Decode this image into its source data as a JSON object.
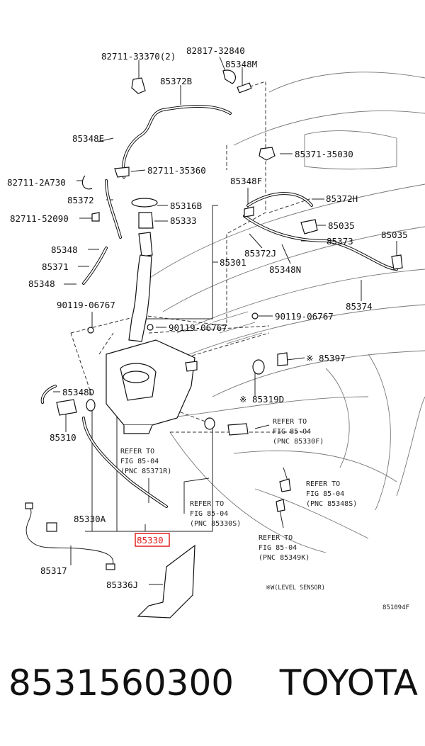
{
  "labels": {
    "l1": "82711-33370(2)",
    "l2": "82817-32840",
    "l3": "85348M",
    "l4": "85372B",
    "l5": "85348E",
    "l6": "82711-2A730",
    "l7": "82711-35360",
    "l8": "85372",
    "l9": "82711-52090",
    "l10": "85316B",
    "l11": "85333",
    "l12": "85348",
    "l13": "85371",
    "l14": "85348",
    "l15": "85301",
    "l16": "90119-06767",
    "l17": "90119-06767",
    "l18": "90119-06767",
    "l19": "85371-35030",
    "l20": "85348F",
    "l21": "85372H",
    "l22": "85035",
    "l23": "85035",
    "l24": "85372J",
    "l25": "85373",
    "l26": "85348N",
    "l27": "85374",
    "l28": "※ 85397",
    "l29": "※ 85319D",
    "l30": "85348D",
    "l31": "85310",
    "l32": "85330A",
    "l33": "85330",
    "l34": "85317",
    "l35": "85336J"
  },
  "refs": {
    "r1": [
      "REFER TO",
      "FIG 85-04",
      "(PNC 85330F)"
    ],
    "r2": [
      "REFER TO",
      "FIG 85-04",
      "(PNC 85371R)"
    ],
    "r3": [
      "REFER TO",
      "FIG 85-04",
      "(PNC 85330S)"
    ],
    "r4": [
      "REFER TO",
      "FIG 85-04",
      "(PNC 85348S)"
    ],
    "r5": [
      "REFER TO",
      "FIG 85-04",
      "(PNC 85349K)"
    ]
  },
  "note": "※W(LEVEL SENSOR)",
  "figure_code": "851094F",
  "footer": {
    "part_number": "8531560300",
    "brand": "TOYOTA"
  },
  "highlight_color": "#e02020"
}
